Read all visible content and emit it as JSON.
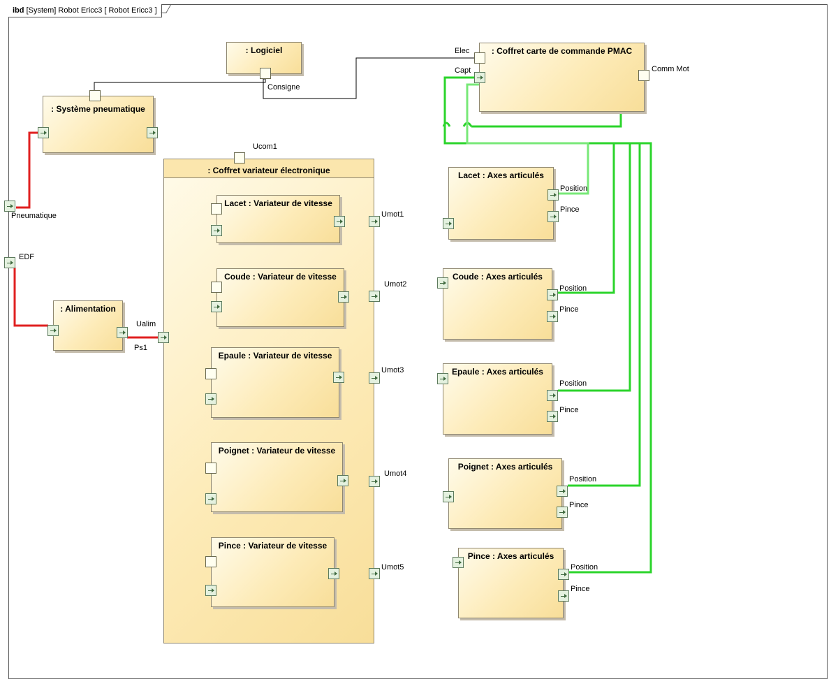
{
  "diagram": {
    "frame_kind": "ibd",
    "frame_title": "[System] Robot Ericc3 [ Robot Ericc3 ]"
  },
  "colors": {
    "power_line": "#e02020",
    "signal_line": "#2bd42b",
    "plain_line": "#000000",
    "block_fill": "#fdebb8",
    "port_fill": "#e4f1df"
  },
  "blocks": {
    "logiciel": ": Logiciel",
    "pmac": ": Coffret carte de commande PMAC",
    "pneumatique": ": Système pneumatique",
    "coffret": ": Coffret variateur électronique",
    "alimentation": ": Alimentation",
    "var_lacet": "Lacet : Variateur de vitesse",
    "var_coude": "Coude : Variateur de vitesse",
    "var_epaule": "Epaule : Variateur de vitesse",
    "var_poignet": "Poignet : Variateur de vitesse",
    "var_pince": "Pince : Variateur de vitesse",
    "axe_lacet": "Lacet : Axes articulés",
    "axe_coude": "Coude : Axes articulés",
    "axe_epaule": "Epaule : Axes articulés",
    "axe_poignet": "Poignet : Axes articulés",
    "axe_pince": "Pince : Axes articulés"
  },
  "labels": {
    "elec": "Elec",
    "capt": "Capt",
    "comm_mot": "Comm Mot",
    "consigne": "Consigne",
    "ucom1": "Ucom1",
    "pneumatique": "Pneumatique",
    "edf": "EDF",
    "ualim": "Ualim",
    "ps1": "Ps1",
    "umot1": "Umot1",
    "umot2": "Umot2",
    "umot3": "Umot3",
    "umot4": "Umot4",
    "umot5": "Umot5",
    "position_lacet": "Position",
    "pince_lacet": "Pince",
    "position_coude": "Position",
    "pince_coude": "Pince",
    "position_epaule": "Position",
    "pince_epaule": "Pince",
    "position_poignet": "Position",
    "pince_poignet": "Pince",
    "position_pince": "Position",
    "pince_pince": "Pince"
  }
}
